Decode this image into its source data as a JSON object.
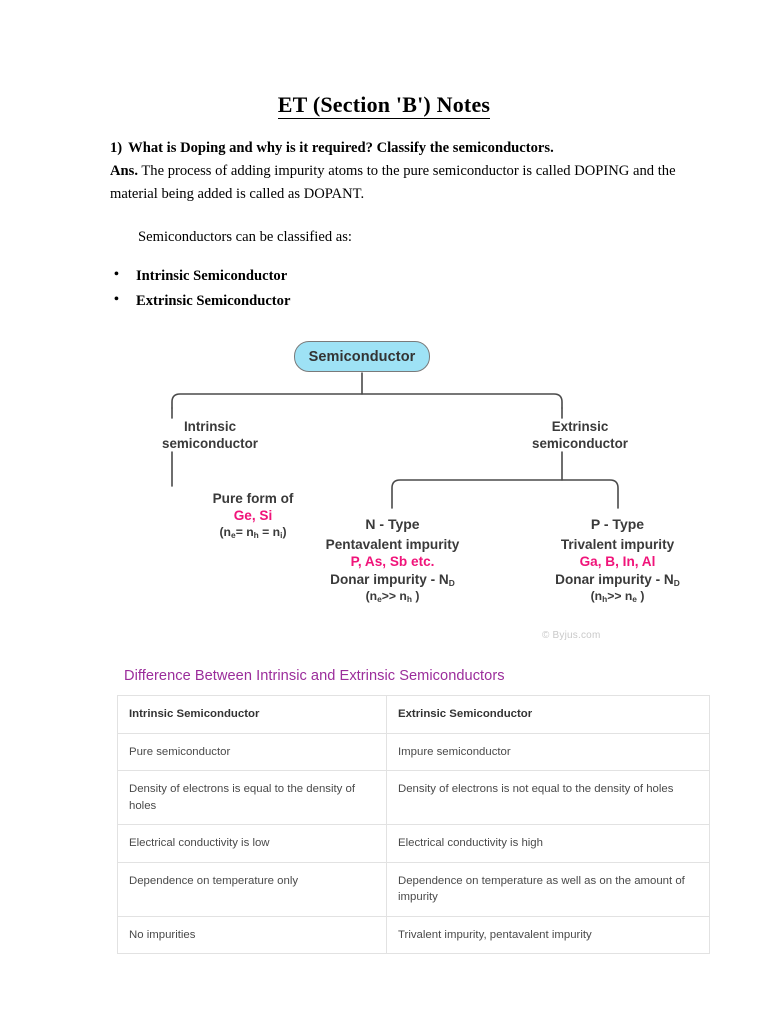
{
  "document": {
    "title": "ET (Section 'B') Notes",
    "question": {
      "number": "1)",
      "text": "What is Doping and why is it required? Classify the semiconductors."
    },
    "answer": {
      "label": "Ans.",
      "text": "The process of adding impurity atoms to the pure semiconductor is called DOPING and the material being added is called as DOPANT."
    },
    "classify_line": "Semiconductors can be classified as:",
    "bullets": [
      "Intrinsic Semiconductor",
      "Extrinsic Semiconductor"
    ]
  },
  "diagram": {
    "root_label": "Semiconductor",
    "root_fill": "#9EE2F5",
    "accent_pink": "#F0147A",
    "watermark": "© Byjus.com",
    "branch_left": {
      "label_line1": "Intrinsic",
      "label_line2": "semiconductor",
      "leaf_header": "Pure form of",
      "leaf_elements": "Ge, Si",
      "leaf_formula_open": "(n",
      "leaf_formula_sub1": "e",
      "leaf_formula_mid1": "= n",
      "leaf_formula_sub2": "h",
      "leaf_formula_mid2": " = n",
      "leaf_formula_sub3": "i",
      "leaf_formula_close": ")"
    },
    "branch_right": {
      "label_line1": "Extrinsic",
      "label_line2": "semiconductor"
    },
    "ntype": {
      "title": "N - Type",
      "impurity_type": "Pentavalent impurity",
      "elements": "P, As, Sb etc.",
      "donor_prefix": "Donar impurity - N",
      "donor_sub": "D",
      "relation_open": "(n",
      "relation_sub1": "e",
      "relation_mid": ">> n",
      "relation_sub2": "h",
      "relation_close": " )"
    },
    "ptype": {
      "title": "P - Type",
      "impurity_type": "Trivalent impurity",
      "elements": "Ga, B, In, Al",
      "donor_prefix": "Donar impurity - N",
      "donor_sub": "D",
      "relation_open": "(n",
      "relation_sub1": "h",
      "relation_mid": ">> n",
      "relation_sub2": "e",
      "relation_close": " )"
    }
  },
  "comparison": {
    "heading": "Difference Between Intrinsic and Extrinsic Semiconductors",
    "heading_color": "#9B2D9B",
    "columns": [
      "Intrinsic Semiconductor",
      "Extrinsic Semiconductor"
    ],
    "rows": [
      [
        "Pure semiconductor",
        "Impure semiconductor"
      ],
      [
        "Density of electrons is equal to the density of holes",
        "Density of electrons is not equal to the density of holes"
      ],
      [
        "Electrical conductivity is low",
        "Electrical conductivity is high"
      ],
      [
        "Dependence on temperature only",
        "Dependence on temperature as well as on the amount of impurity"
      ],
      [
        "No impurities",
        "Trivalent impurity, pentavalent impurity"
      ]
    ]
  }
}
